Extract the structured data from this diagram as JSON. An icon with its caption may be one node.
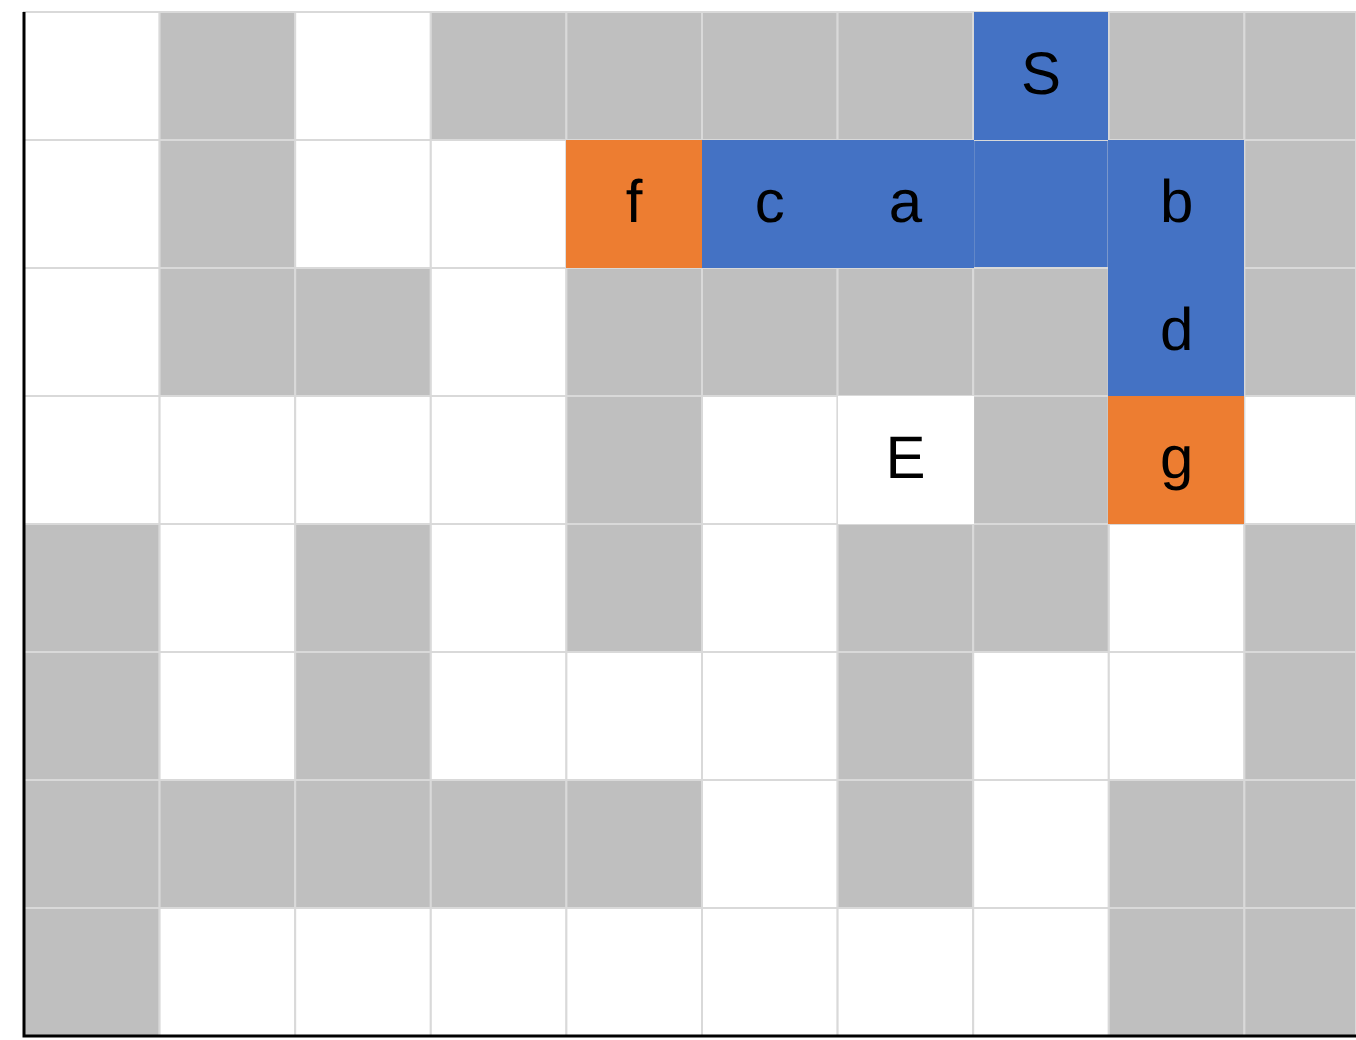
{
  "diagram": {
    "nodes": [
      {
        "text": [
          "S"
        ]
      },
      {
        "text": [
          "f"
        ]
      },
      {
        "text": [
          "c"
        ]
      },
      {
        "text": [
          "a"
        ]
      },
      {
        "text": [
          "b"
        ]
      },
      {
        "text": [
          "d"
        ]
      },
      {
        "text": [
          "E"
        ]
      },
      {
        "text": [
          "g"
        ]
      }
    ]
  }
}
